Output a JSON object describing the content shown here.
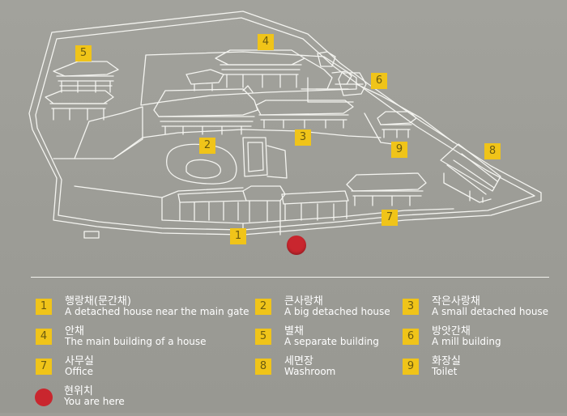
{
  "colors": {
    "background": "#9d9d97",
    "line": "#f4f4f0",
    "badge": "#f0c419",
    "badge_text": "#6a5a10",
    "marker": "#c9262e"
  },
  "map": {
    "badges": [
      "1",
      "2",
      "3",
      "4",
      "5",
      "6",
      "7",
      "8",
      "9"
    ],
    "marker_icon": "red-dot-icon"
  },
  "legend": {
    "items": [
      {
        "num": "1",
        "ko": "행랑채(문간채)",
        "en": "A detached house near the main gate"
      },
      {
        "num": "2",
        "ko": "큰사랑채",
        "en": "A big detached house"
      },
      {
        "num": "3",
        "ko": "작은사랑채",
        "en": "A small detached house"
      },
      {
        "num": "4",
        "ko": "안채",
        "en": "The main building of a house"
      },
      {
        "num": "5",
        "ko": "별채",
        "en": "A separate building"
      },
      {
        "num": "6",
        "ko": "방앗간채",
        "en": "A mill building"
      },
      {
        "num": "7",
        "ko": "사무실",
        "en": "Office"
      },
      {
        "num": "8",
        "ko": "세면장",
        "en": "Washroom"
      },
      {
        "num": "9",
        "ko": "화장실",
        "en": "Toilet"
      }
    ],
    "here": {
      "ko": "현위치",
      "en": "You are here"
    }
  }
}
